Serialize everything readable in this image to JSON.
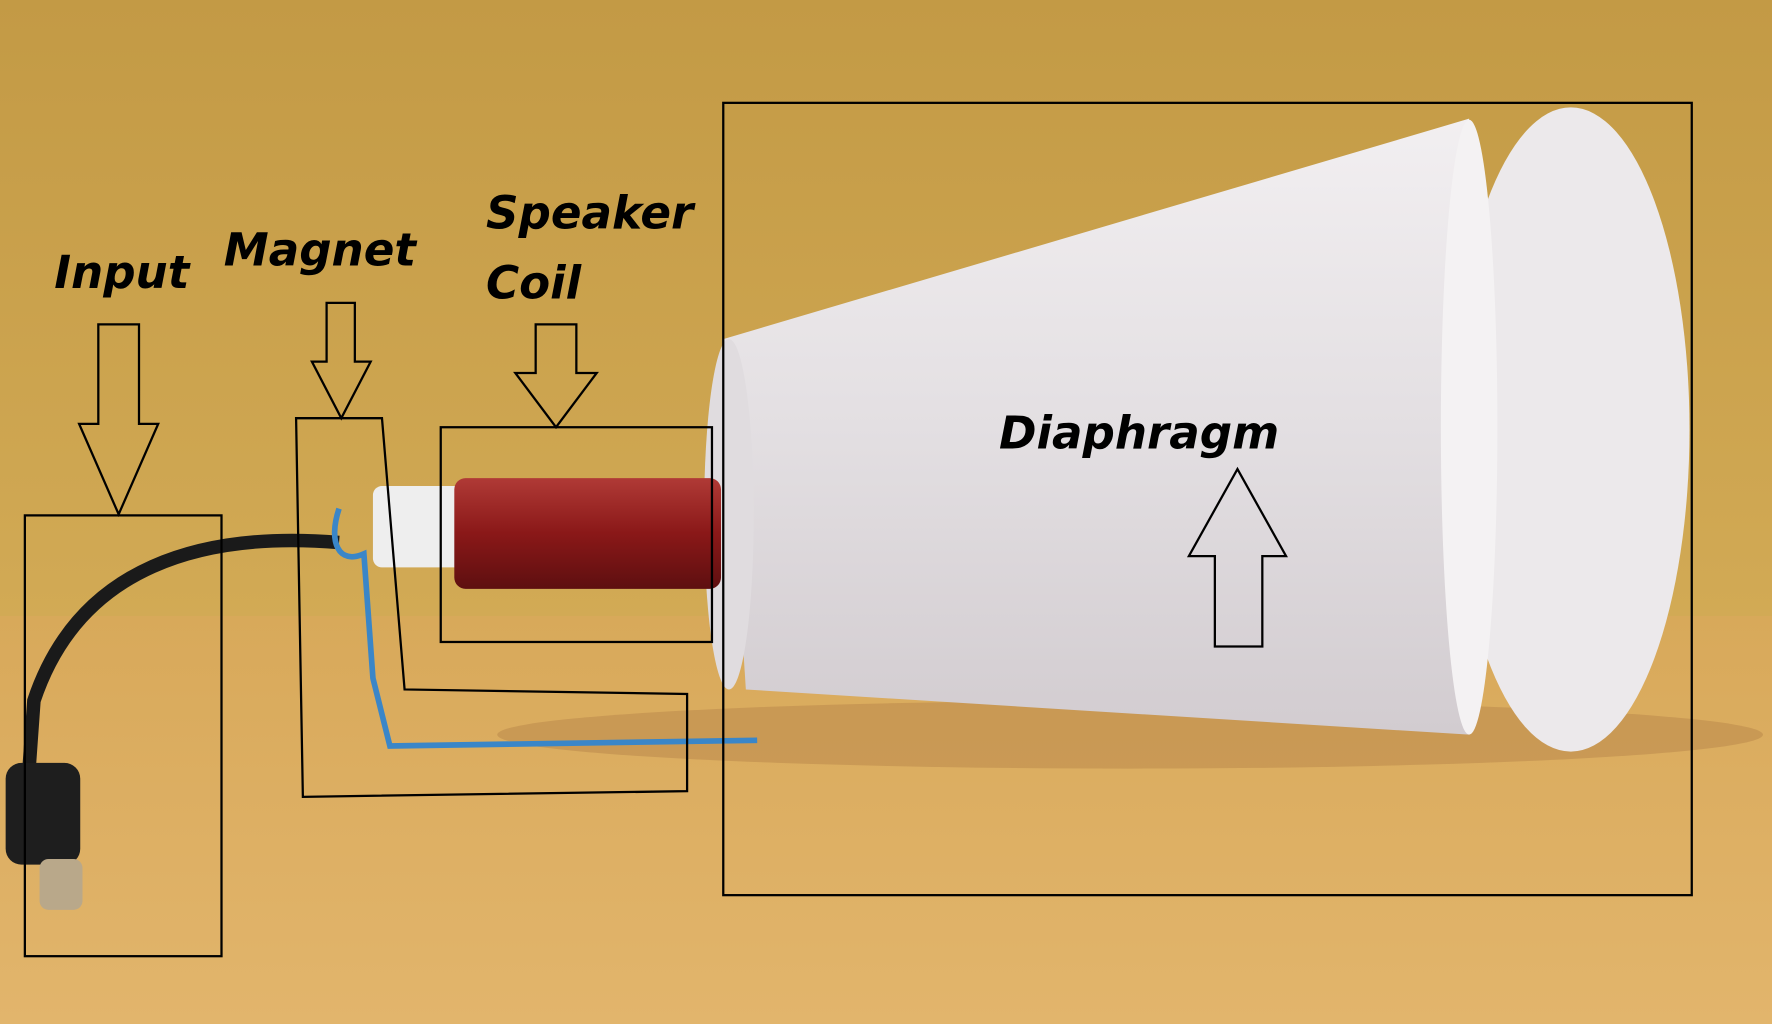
{
  "labels": {
    "input": "Input",
    "magnet": "Magnet",
    "speaker_coil_line1": "Speaker",
    "speaker_coil_line2": "Coil",
    "diaphragm": "Diaphragm"
  },
  "colors": {
    "wall": "#c9a24a",
    "table": "#dcae62",
    "cup": "#e9e5e7",
    "coil": "#8e1a1a",
    "wire": "#3a86c8",
    "annotation": "#000000"
  }
}
